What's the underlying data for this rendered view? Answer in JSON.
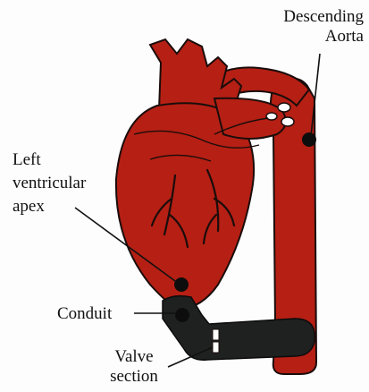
{
  "figure": {
    "labels": {
      "descending_aorta": [
        "Descending",
        "Aorta"
      ],
      "left_ventricular_apex": [
        "Left",
        "ventricular",
        "apex"
      ],
      "conduit": "Conduit",
      "valve_section": [
        "Valve",
        "section"
      ]
    },
    "colors": {
      "heart": "#b61f14",
      "heart_outline": "#1a0d0b",
      "conduit": "#1f2120",
      "leader_line": "#111111",
      "marker": "#0d0d0d",
      "background": "#fdfdfd"
    }
  }
}
